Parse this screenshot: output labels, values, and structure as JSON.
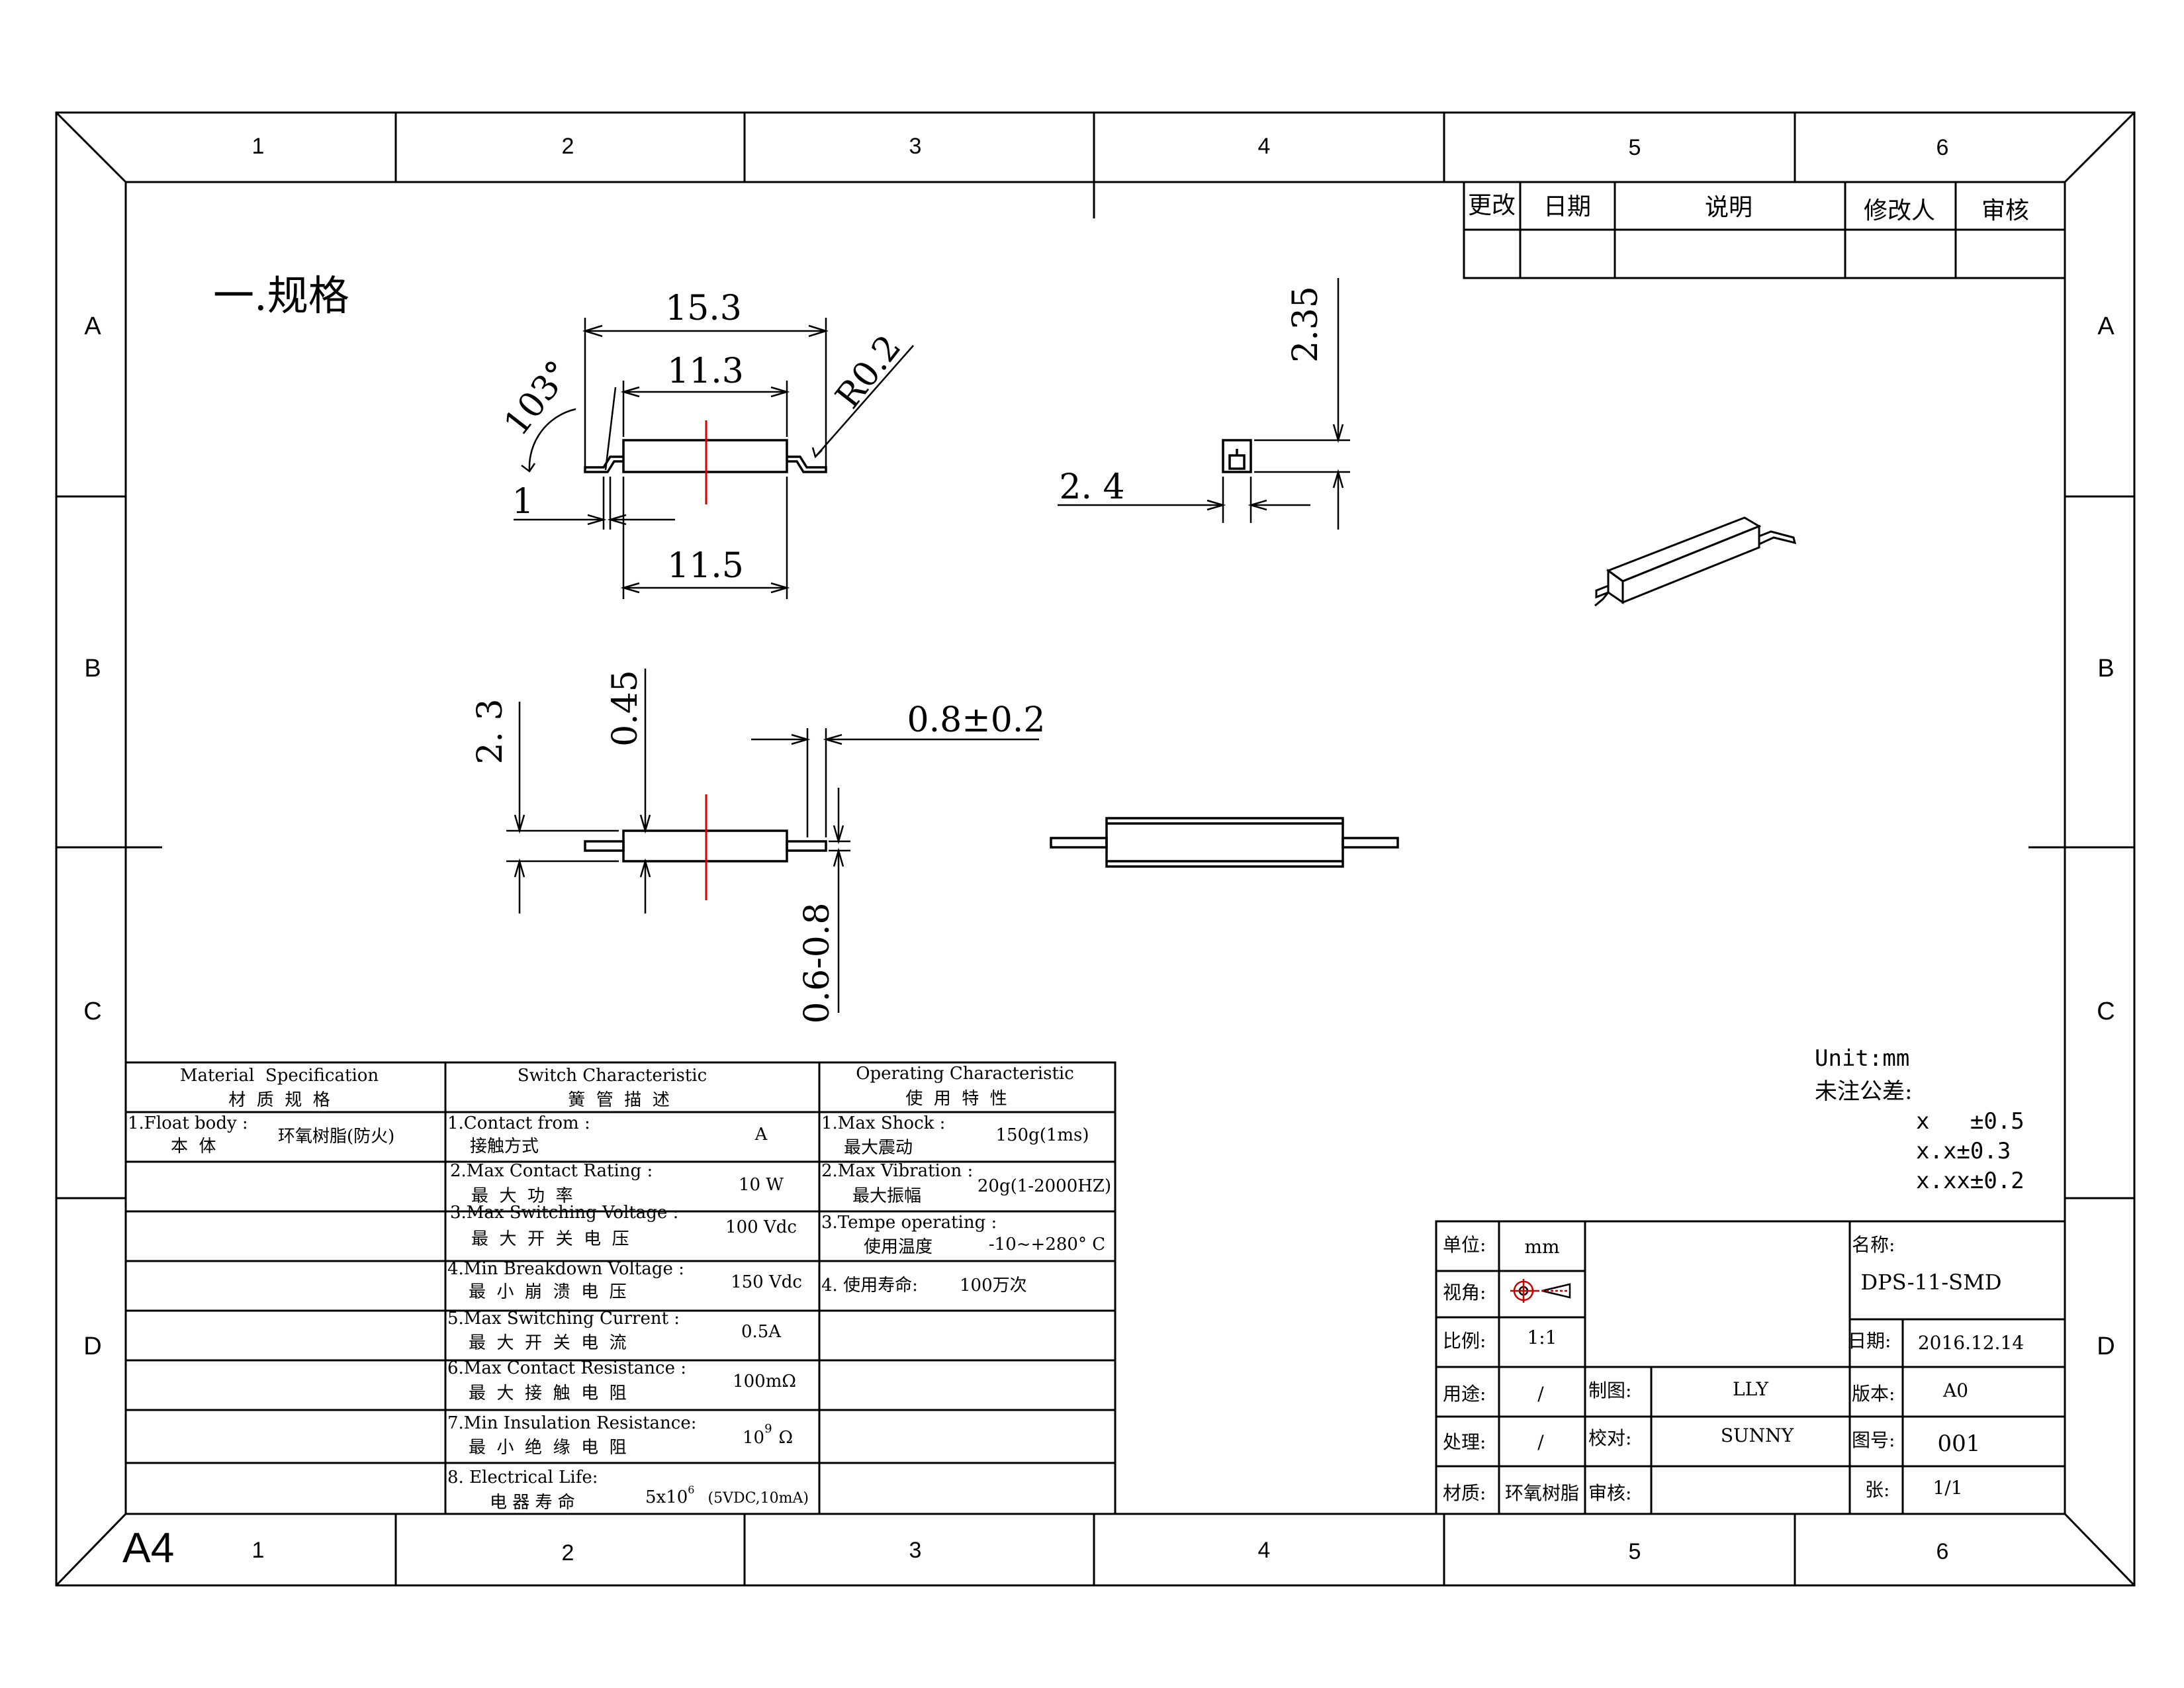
{
  "section_title": "一.规格",
  "frame": {
    "columns": [
      "1",
      "2",
      "3",
      "4",
      "5",
      "6"
    ],
    "rows": [
      "A",
      "B",
      "C",
      "D"
    ],
    "paper_size": "A4"
  },
  "revision_block": {
    "headers": [
      "更改",
      "日期",
      "说明",
      "修改人",
      "审核"
    ]
  },
  "dimensions": {
    "top_length": "15.3",
    "body_length": "11.3",
    "radius": "R0.2",
    "angle": "103°",
    "lead_offset": "1",
    "bottom_length": "11.5",
    "side_height": "2.35",
    "side_width": "2. 4",
    "height": "2. 3",
    "lead_height": "0.45",
    "lead_width": "0.8±0.2",
    "lead_gap": "0.6-0.8"
  },
  "tolerance": {
    "unit": "Unit:mm",
    "note": "未注公差:",
    "lines": [
      "x   ±0.5",
      "x.x±0.3",
      "x.xx±0.2"
    ]
  },
  "spec_table": {
    "headers": [
      {
        "en": "Material  Specification",
        "zh": "材  质  规  格"
      },
      {
        "en": "Switch Characteristic",
        "zh": "簧  管  描  述"
      },
      {
        "en": "Operating Characteristic",
        "zh": "使  用  特  性"
      }
    ],
    "material": {
      "en": "1.Float body :",
      "zh": "本  体",
      "value": "环氧树脂(防火)"
    },
    "switch": [
      {
        "en": "1.Contact from :",
        "zh": "接触方式",
        "value": "A"
      },
      {
        "en": "2.Max Contact Rating :",
        "zh": "最  大  功  率",
        "value": "10 W"
      },
      {
        "en": "3.Max Switching Voltage :",
        "zh": "最  大  开  关  电  压",
        "value": "100 Vdc"
      },
      {
        "en": "4.Min Breakdown Voltage :",
        "zh": "最  小  崩  溃  电  压",
        "value": "150 Vdc"
      },
      {
        "en": "5.Max Switching Current :",
        "zh": "最  大  开  关  电  流",
        "value": "0.5A"
      },
      {
        "en": "6.Max Contact Resistance :",
        "zh": "最  大  接  触  电  阻",
        "value": "100mΩ"
      },
      {
        "en": "7.Min Insulation Resistance:",
        "zh": "最  小  绝  缘  电  阻",
        "value": "10",
        "sup": "9",
        "unit": "Ω"
      },
      {
        "en": "8. Electrical Life:",
        "zh": "电 器 寿 命",
        "value": "5x10",
        "sup": "6",
        "unit": "(5VDC,10mA)"
      }
    ],
    "operating": [
      {
        "en": "1.Max Shock :",
        "zh": "最大震动",
        "value": "150g(1ms)"
      },
      {
        "en": "2.Max Vibration :",
        "zh": "最大振幅",
        "value": "20g(1-2000HZ)"
      },
      {
        "en": "3.Tempe operating :",
        "zh": "使用温度",
        "value": "-10~+280° C"
      },
      {
        "en": "4. 使用寿命:",
        "zh": "",
        "value": "100万次"
      }
    ]
  },
  "title_block": {
    "unit_label": "单位:",
    "unit_value": "mm",
    "view_label": "视角:",
    "scale_label": "比例:",
    "scale_value": "1:1",
    "use_label": "用途:",
    "use_value": "/",
    "process_label": "处理:",
    "process_value": "/",
    "material_label": "材质:",
    "material_value": "环氧树脂",
    "drawn_label": "制图:",
    "drawn_value": "LLY",
    "checked_label": "校对:",
    "checked_value": "SUNNY",
    "approved_label": "审核:",
    "approved_value": "",
    "name_label": "名称:",
    "name_value": "DPS-11-SMD",
    "date_label": "日期:",
    "date_value": "2016.12.14",
    "version_label": "版本:",
    "version_value": "A0",
    "drawing_no_label": "图号:",
    "drawing_no_value": "001",
    "sheet_label": "张:",
    "sheet_value": "1/1"
  }
}
